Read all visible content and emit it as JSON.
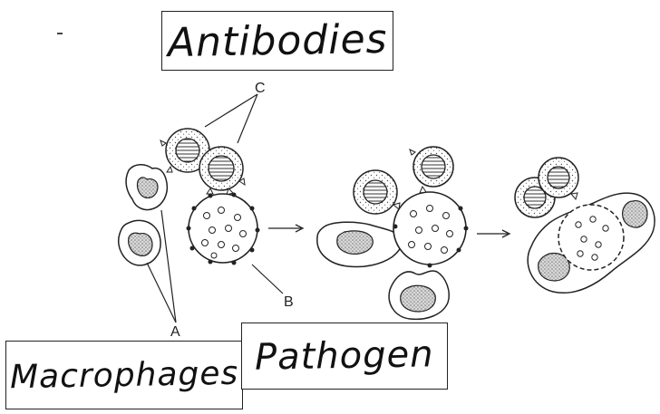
{
  "labels": {
    "antibodies": "Antibodies",
    "macrophages": "Macrophages",
    "pathogen": "Pathogen"
  },
  "letters": {
    "c": "C",
    "b": "B",
    "a": "A"
  },
  "colors": {
    "ink": "#222222",
    "nucleus_fill": "#cfcfcf",
    "background": "#ffffff"
  }
}
